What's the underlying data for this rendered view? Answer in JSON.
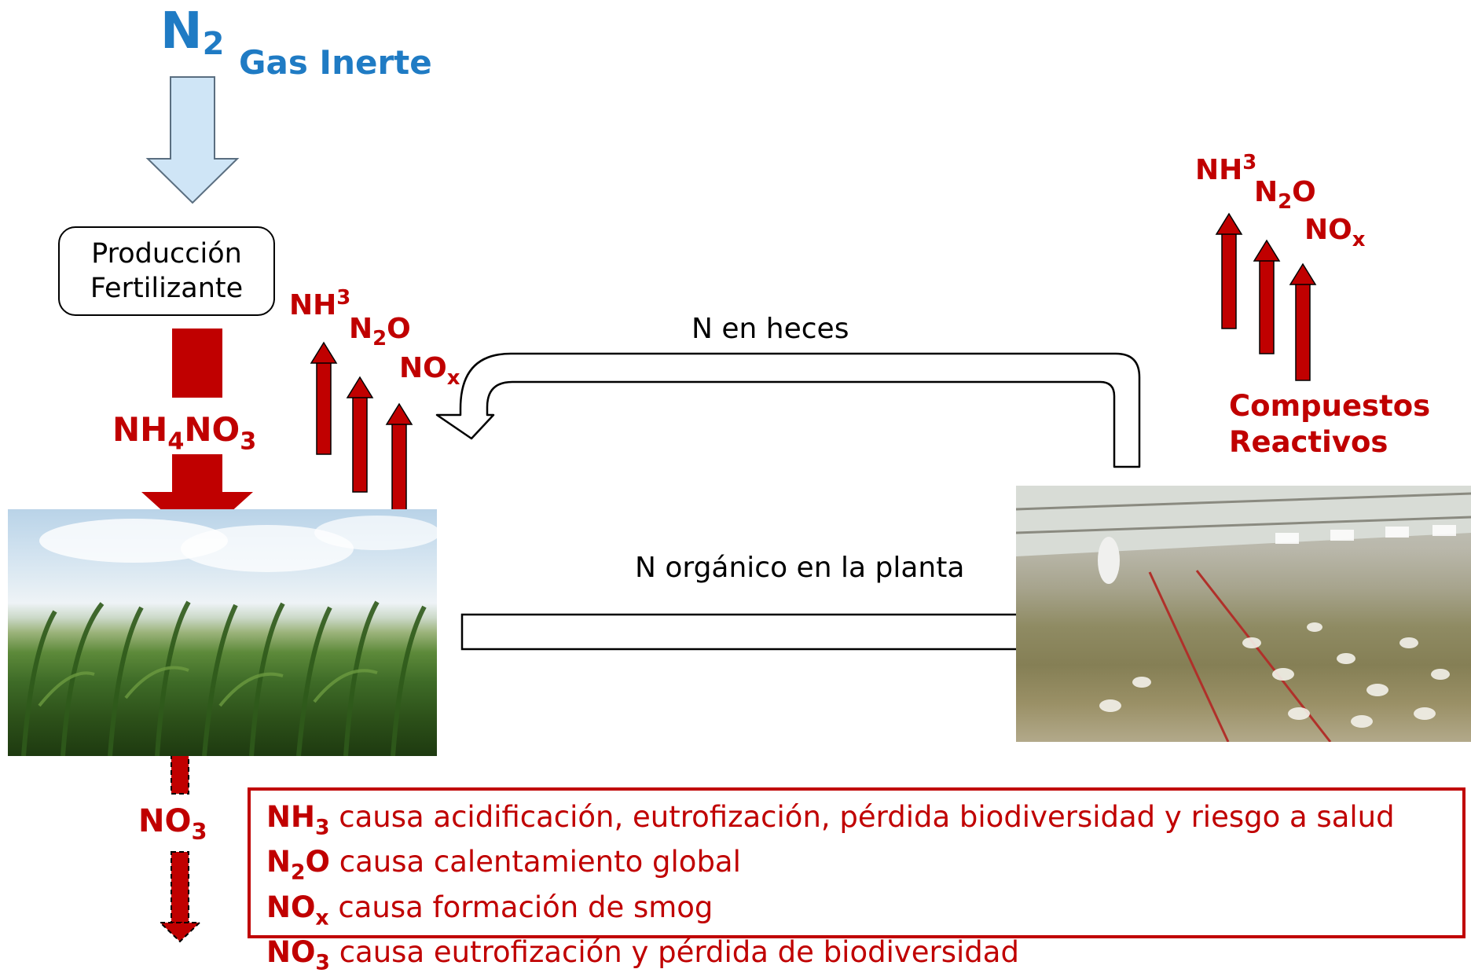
{
  "top": {
    "n2_symbol": "N",
    "n2_subscript": "2",
    "gas_label": "Gas Inerte"
  },
  "production_box": {
    "line1": "Producción",
    "line2": "Fertilizante"
  },
  "fertilizer": {
    "nh4no3_a": "NH",
    "nh4no3_sub1": "4",
    "nh4no3_b": "NO",
    "nh4no3_sub2": "3"
  },
  "left_emissions": {
    "nh3": "NH",
    "nh3_sub": "3",
    "n2o_a": "N",
    "n2o_sub": "2",
    "n2o_b": "O",
    "nox": "NO",
    "nox_sub": "x"
  },
  "right_emissions": {
    "nh3": "NH",
    "nh3_sub": "3",
    "n2o_a": "N",
    "n2o_sub": "2",
    "n2o_b": "O",
    "nox": "NO",
    "nox_sub": "x",
    "compuestos_line1": "Compuestos",
    "compuestos_line2": "Reactivos"
  },
  "flows": {
    "heces_label": "N en heces",
    "organico_label": "N orgánico en la planta"
  },
  "leaching": {
    "no3": "NO",
    "no3_sub": "3"
  },
  "legend": [
    {
      "formula": "NH",
      "sub": "3",
      "text": " causa acidificación, eutrofización, pérdida biodiversidad y riesgo a salud"
    },
    {
      "formula": "N",
      "sub": "2",
      "formula_tail": "O",
      "text": " causa calentamiento global"
    },
    {
      "formula": "NO",
      "sub": "x",
      "text": " causa formación de smog"
    },
    {
      "formula": "NO",
      "sub": "3",
      "text": " causa eutrofización y pérdida de biodiversidad"
    }
  ],
  "colors": {
    "red": "#c00000",
    "blue": "#1f7bc4",
    "light_blue_arrow": "#cfe5f6"
  }
}
